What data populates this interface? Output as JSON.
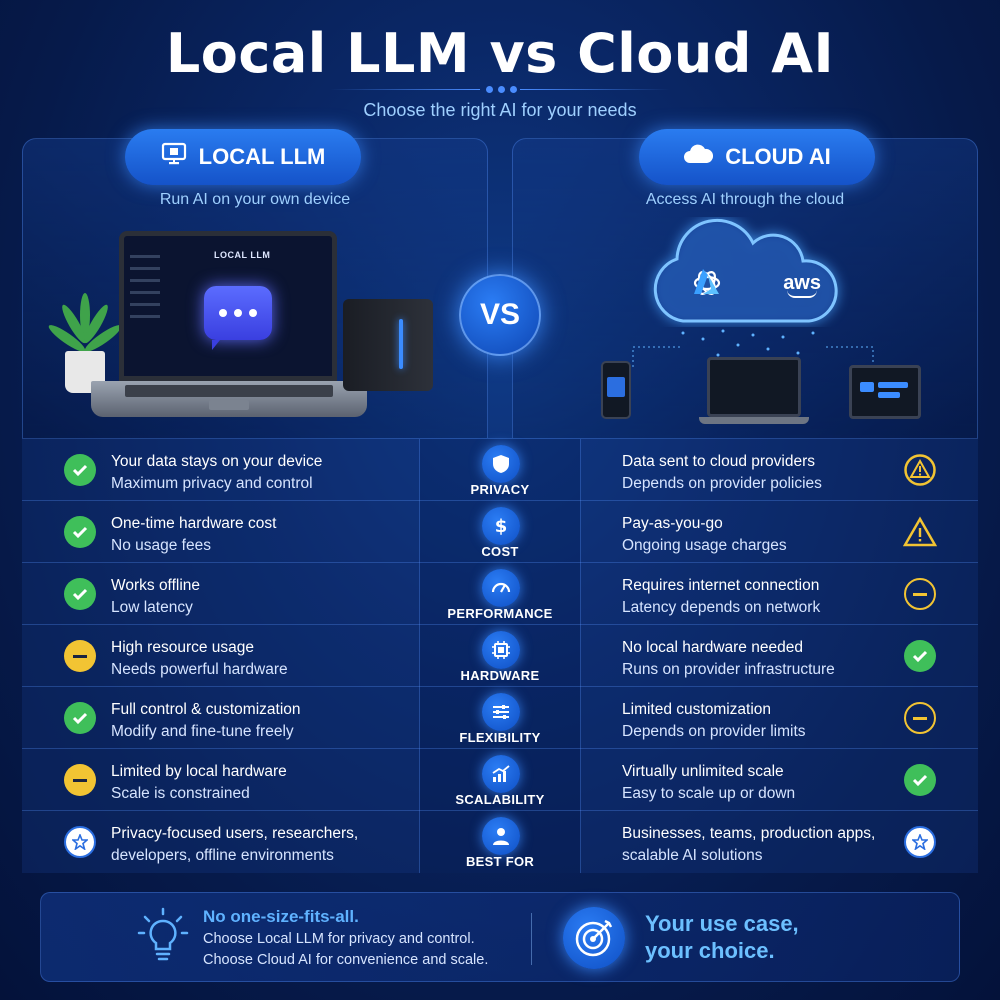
{
  "header": {
    "title": "Local LLM vs Cloud AI",
    "subtitle": "Choose the right AI for your needs"
  },
  "local": {
    "pill_label": "LOCAL LLM",
    "pill_icon": "monitor-icon",
    "tagline": "Run AI on your own device",
    "screen_label": "LOCAL LLM"
  },
  "cloud": {
    "pill_label": "CLOUD AI",
    "pill_icon": "cloud-icon",
    "tagline": "Access AI through the cloud",
    "logos": [
      "openai-logo",
      "azure-logo",
      "aws-logo"
    ],
    "aws_text": "aws"
  },
  "vs_label": "VS",
  "rows": [
    {
      "category": "PRIVACY",
      "icon": "shield-icon",
      "left": {
        "line1": "Your data stays on your device",
        "line2": "Maximum privacy and control",
        "status": "check"
      },
      "right": {
        "line1": "Data sent to cloud providers",
        "line2": "Depends on provider policies",
        "status": "warning-circle"
      }
    },
    {
      "category": "COST",
      "icon": "dollar-icon",
      "left": {
        "line1": "One-time hardware cost",
        "line2": "No usage fees",
        "status": "check"
      },
      "right": {
        "line1": "Pay-as-you-go",
        "line2": "Ongoing usage charges",
        "status": "warning-triangle"
      }
    },
    {
      "category": "PERFORMANCE",
      "icon": "gauge-icon",
      "left": {
        "line1": "Works offline",
        "line2": "Low latency",
        "status": "check"
      },
      "right": {
        "line1": "Requires internet connection",
        "line2": "Latency depends on network",
        "status": "minus-outline"
      }
    },
    {
      "category": "HARDWARE",
      "icon": "chip-icon",
      "left": {
        "line1": "High resource usage",
        "line2": "Needs powerful hardware",
        "status": "minus"
      },
      "right": {
        "line1": "No local hardware needed",
        "line2": "Runs on provider infrastructure",
        "status": "check"
      }
    },
    {
      "category": "FLEXIBILITY",
      "icon": "sliders-icon",
      "left": {
        "line1": "Full control & customization",
        "line2": "Modify and fine-tune freely",
        "status": "check"
      },
      "right": {
        "line1": "Limited customization",
        "line2": "Depends on provider limits",
        "status": "minus-outline"
      }
    },
    {
      "category": "SCALABILITY",
      "icon": "growth-chart-icon",
      "left": {
        "line1": "Limited by local hardware",
        "line2": "Scale is constrained",
        "status": "minus"
      },
      "right": {
        "line1": "Virtually unlimited scale",
        "line2": "Easy to scale up or down",
        "status": "check"
      }
    },
    {
      "category": "BEST FOR",
      "icon": "user-icon",
      "left": {
        "line1": "Privacy-focused users, researchers,",
        "line2": "developers, offline environments",
        "status": "star"
      },
      "right": {
        "line1": "Businesses, teams, production apps,",
        "line2": "scalable AI solutions",
        "status": "star"
      }
    }
  ],
  "banner": {
    "heading": "No one-size-fits-all.",
    "line1": "Choose Local LLM for privacy and control.",
    "line2": "Choose Cloud AI for convenience and scale.",
    "big1": "Your use case,",
    "big2": "your choice."
  },
  "colors": {
    "accent": "#2a7cf0",
    "check": "#3fbf5a",
    "caution": "#f2c433",
    "highlight_text": "#5fb2ff"
  }
}
